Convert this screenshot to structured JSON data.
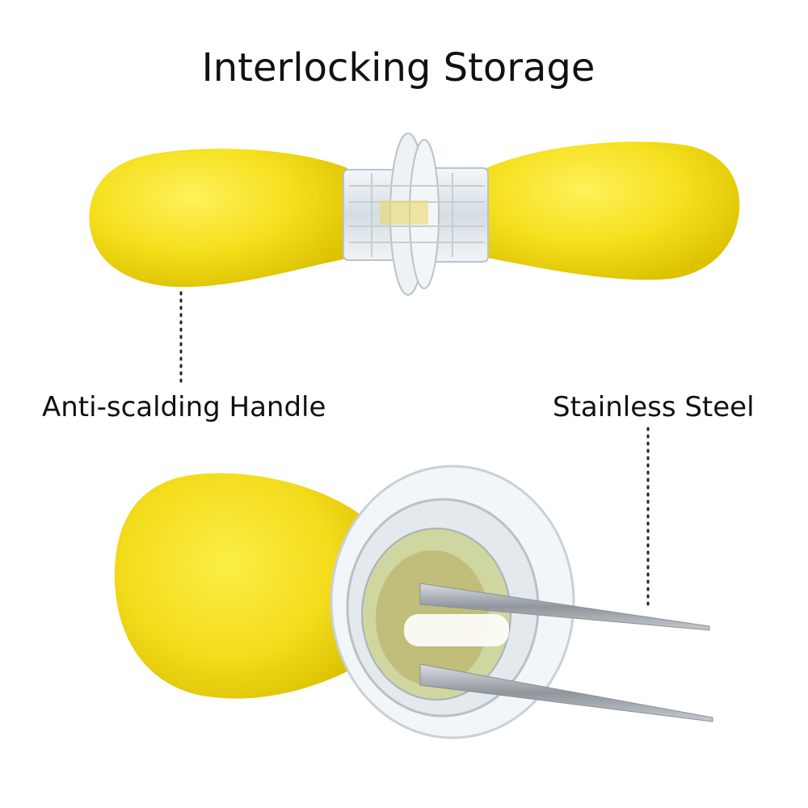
{
  "title": "Interlocking Storage",
  "labels": {
    "handle": "Anti-scalding Handle",
    "steel": "Stainless Steel"
  },
  "colors": {
    "handle_yellow": "#f5e01e",
    "handle_shade": "#e2c800",
    "clear_plastic": "#e8eef2",
    "steel": "#b8bec4",
    "text": "#111111"
  }
}
